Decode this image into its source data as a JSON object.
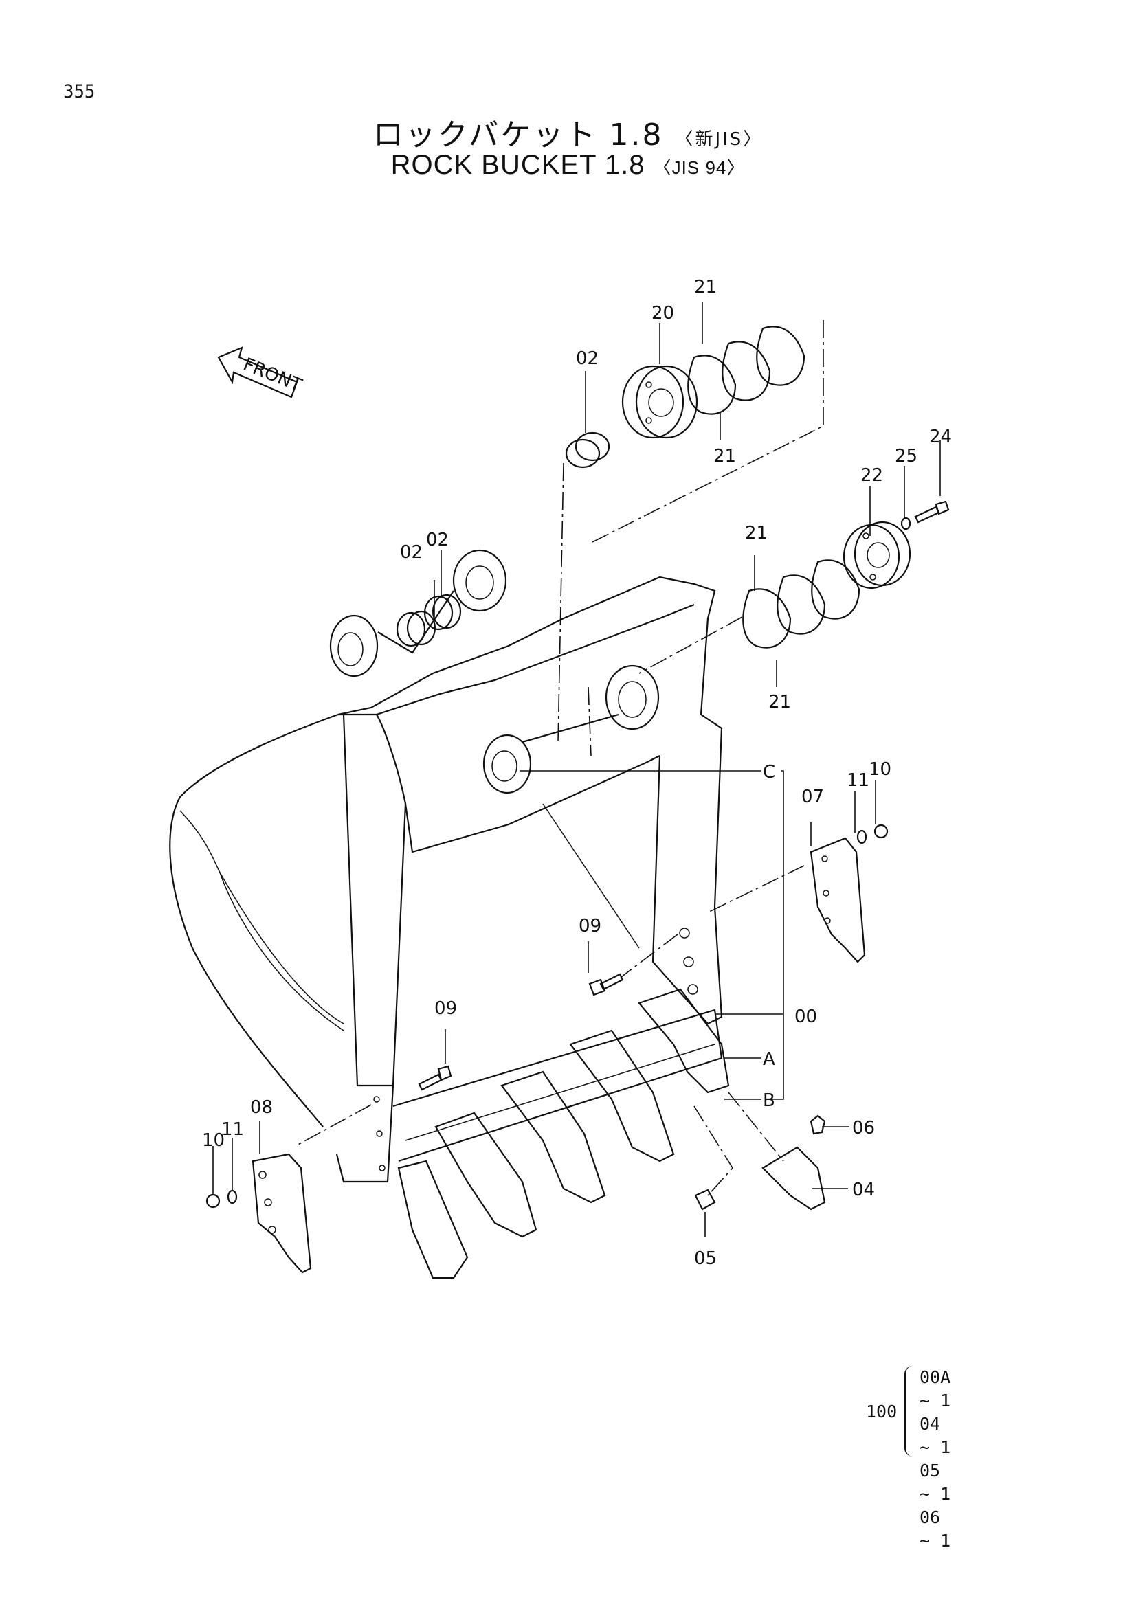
{
  "page_number": "355",
  "title_jp": "ロックバケット 1.8",
  "title_jp_note": "〈新JIS〉",
  "title_en": "ROCK BUCKET 1.8",
  "title_en_note": "〈JIS 94〉",
  "front_arrow": "FRONT",
  "callouts": {
    "c20": "20",
    "c21a": "21",
    "c21b": "21",
    "c21c": "21",
    "c21d": "21",
    "c02a": "02",
    "c02b": "02",
    "c02c": "02",
    "c22": "22",
    "c25": "25",
    "c24": "24",
    "cC": "C",
    "c11a": "11",
    "c10a": "10",
    "c07": "07",
    "c09a": "09",
    "c09b": "09",
    "c00": "00",
    "cA": "A",
    "cB": "B",
    "c06": "06",
    "c04": "04",
    "c05": "05",
    "c08": "08",
    "c10b": "10",
    "c11b": "11"
  },
  "kit": {
    "code": "100",
    "lines": [
      "00A ~ 1",
      "04 ~ 1",
      "05 ~ 1",
      "06 ~ 1"
    ]
  }
}
